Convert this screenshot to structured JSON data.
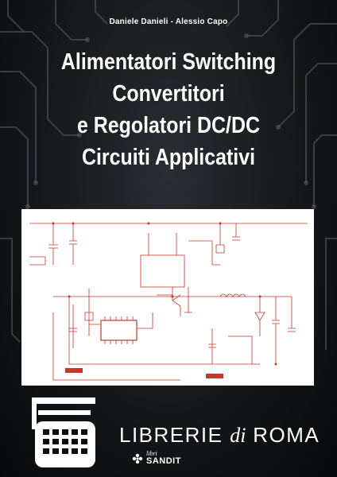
{
  "book": {
    "authors": "Daniele Danieli - Alessio Capo",
    "title_lines": [
      "Alimentatori Switching",
      "Convertitori",
      "e Regolatori DC/DC",
      "Circuiti Applicativi"
    ]
  },
  "watermark": {
    "brand": "LIBRERIE",
    "brand_di": "di",
    "brand_city": "ROMA",
    "sub_label": "libri",
    "sub_brand": "SANDIT"
  },
  "colors": {
    "background": "#15171a",
    "title": "#ffffff",
    "schematic_lines": "#c0392b"
  },
  "icons": [
    "circuit-traces",
    "typewriter-icon",
    "sandit-flower-icon"
  ]
}
